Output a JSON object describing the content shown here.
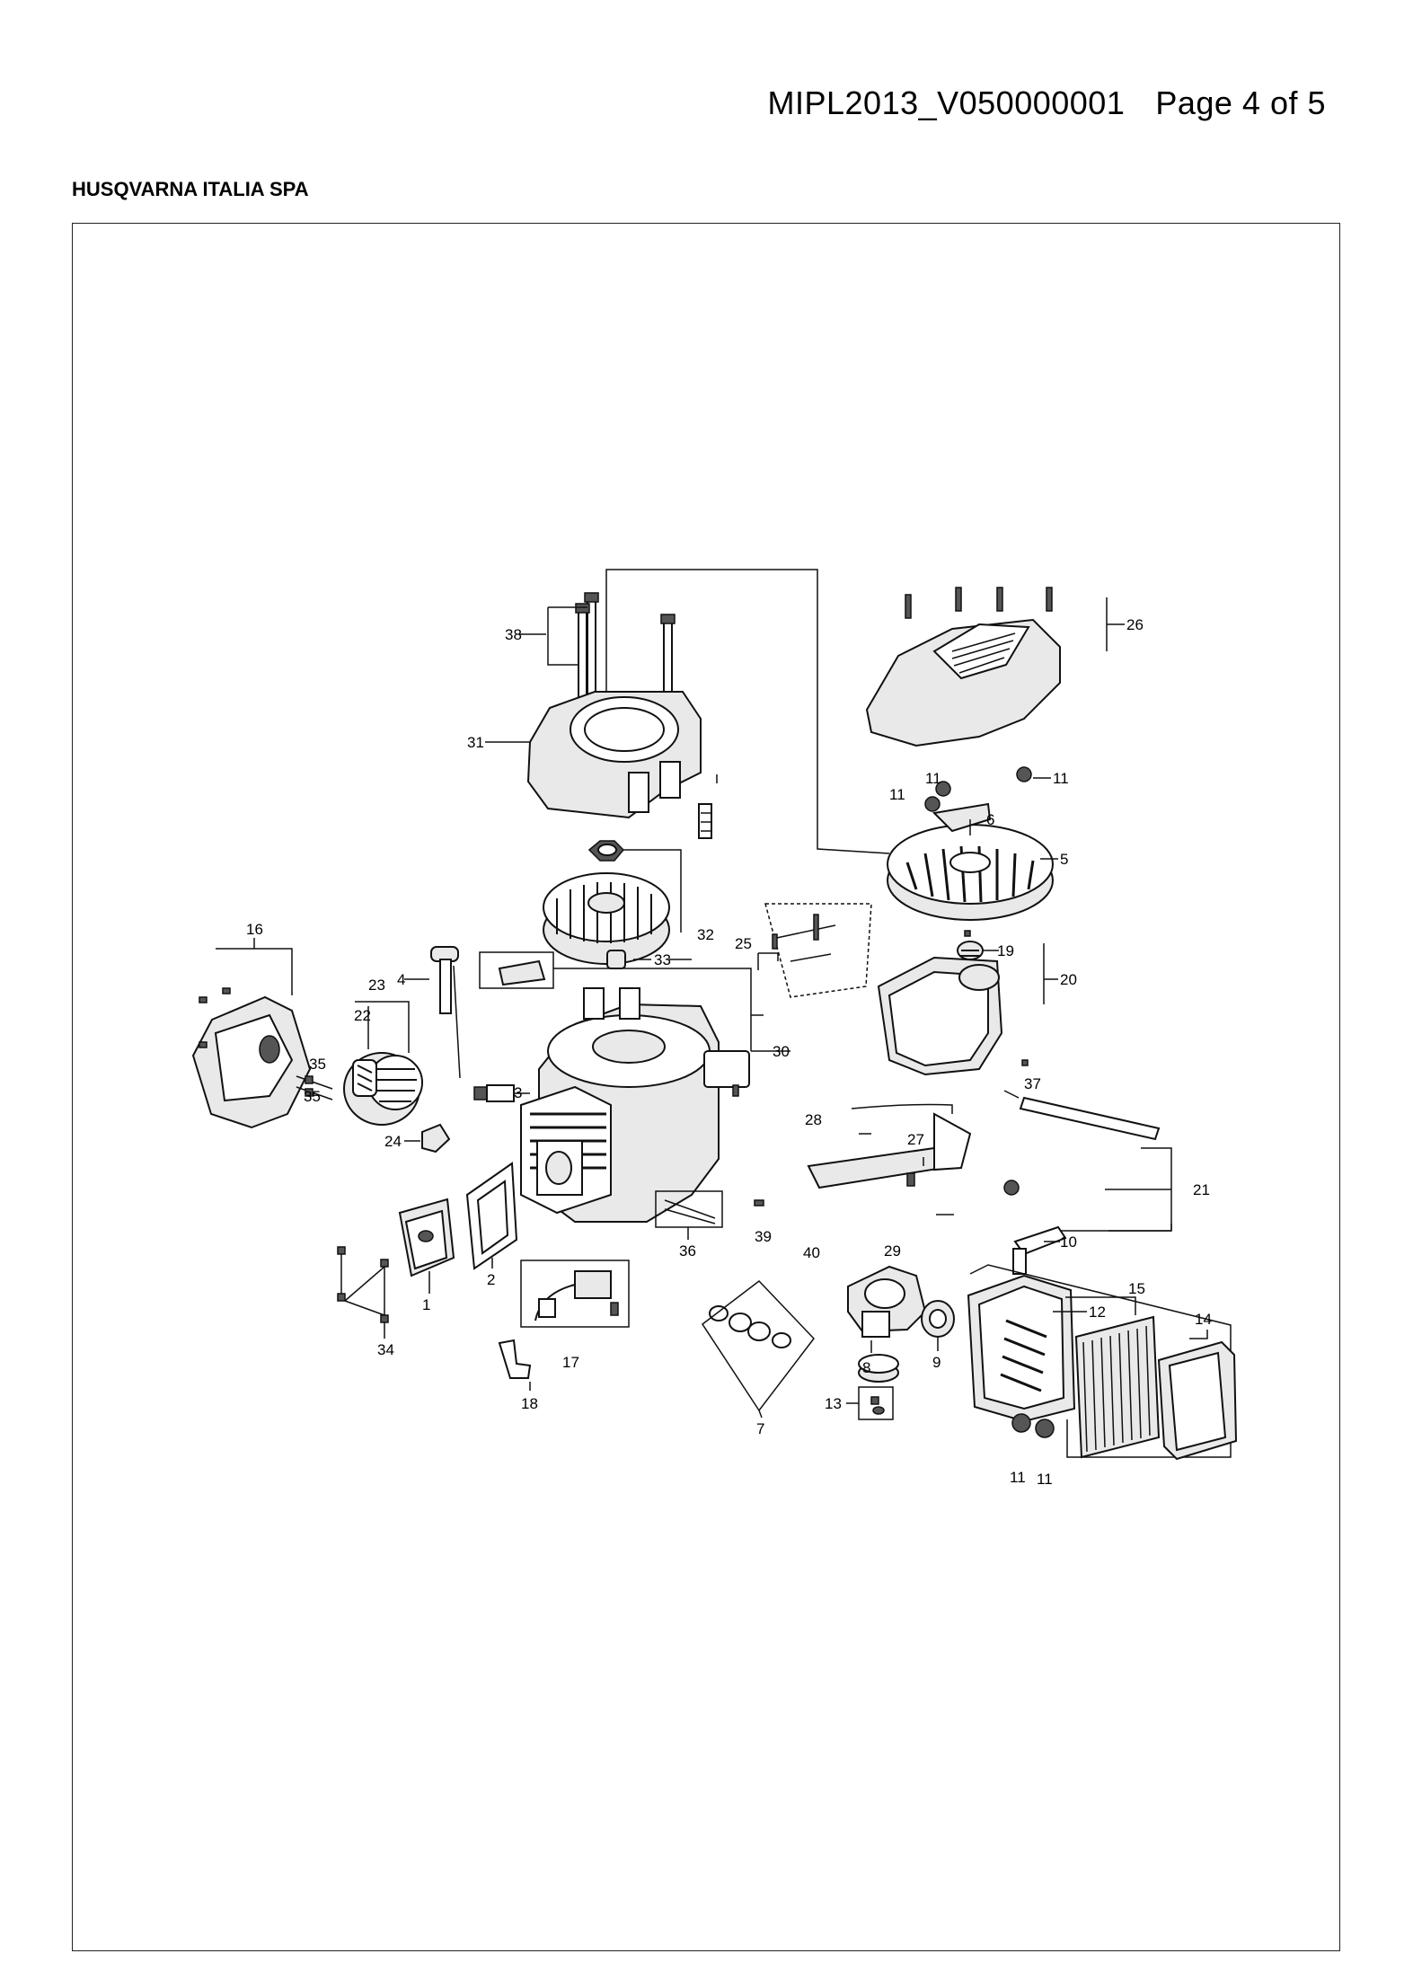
{
  "header": {
    "doc_id": "MIPL2013_V050000001",
    "page": "Page 4 of 5",
    "company": "HUSQVARNA ITALIA SPA"
  },
  "diagram": {
    "callouts": {
      "c1": "1",
      "c2": "2",
      "c3": "3",
      "c4": "4",
      "c5": "5",
      "c6": "6",
      "c7": "7",
      "c8": "8",
      "c9": "9",
      "c10": "10",
      "c11a": "11",
      "c11b": "11",
      "c11c": "11",
      "c11d": "11",
      "c11e": "11",
      "c12": "12",
      "c13": "13",
      "c14": "14",
      "c15": "15",
      "c16": "16",
      "c17": "17",
      "c18": "18",
      "c19": "19",
      "c20": "20",
      "c21": "21",
      "c22": "22",
      "c23": "23",
      "c24": "24",
      "c25": "25",
      "c26": "26",
      "c27": "27",
      "c28": "28",
      "c29": "29",
      "c30": "30",
      "c31": "31",
      "c32": "32",
      "c33": "33",
      "c34": "34",
      "c35a": "35",
      "c35b": "35",
      "c36": "36",
      "c37": "37",
      "c38": "38",
      "c39": "39",
      "c40": "40"
    }
  }
}
